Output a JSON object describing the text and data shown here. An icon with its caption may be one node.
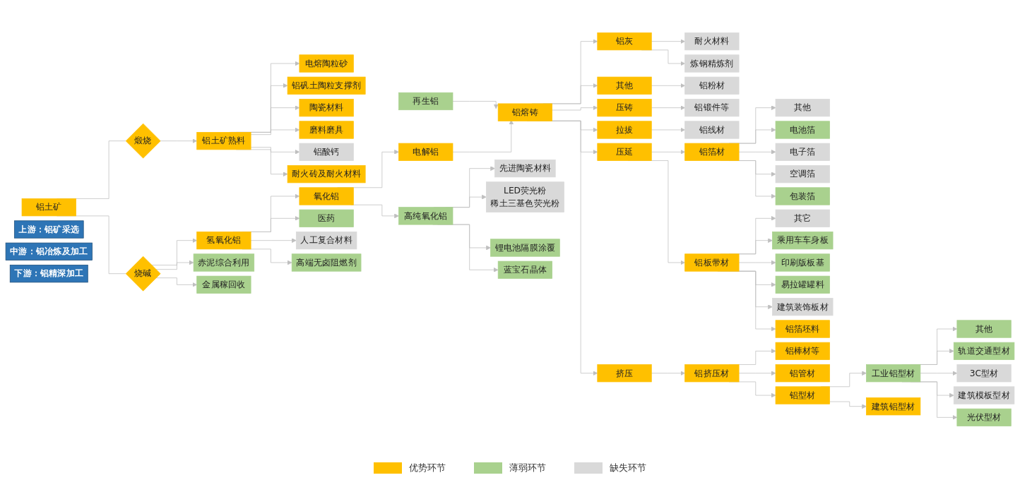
{
  "diagram": {
    "nodes": [
      {
        "text": [
          "上游：铝矿采选"
        ]
      },
      {
        "text": [
          "中游：铝冶炼及加工"
        ]
      },
      {
        "text": [
          "下游：铝精深加工"
        ]
      },
      {
        "text": [
          "金属稼回收"
        ]
      },
      {
        "text": [
          "赤泥综合利用"
        ]
      },
      {
        "text": [
          "烧碱"
        ]
      },
      {
        "text": [
          "铝土矿"
        ]
      },
      {
        "text": [
          "煅烧"
        ]
      },
      {
        "text": [
          "铝土矿熟料"
        ]
      },
      {
        "text": [
          "高端无卤阻燃剂"
        ]
      },
      {
        "text": [
          "人工复合材料"
        ]
      },
      {
        "text": [
          "医药"
        ]
      },
      {
        "text": [
          "氢氧化铝"
        ]
      },
      {
        "text": [
          "耐火砖及耐火材料"
        ]
      },
      {
        "text": [
          "铝酸钙"
        ]
      },
      {
        "text": [
          "磨料磨具"
        ]
      },
      {
        "text": [
          "陶瓷材料"
        ]
      },
      {
        "text": [
          "铝矾土陶粒支撑剂"
        ]
      },
      {
        "text": [
          "电熔陶粒砂"
        ]
      },
      {
        "text": [
          "氧化铝"
        ]
      },
      {
        "text": [
          "再生铝"
        ]
      },
      {
        "text": [
          "高纯氧化铝"
        ]
      },
      {
        "text": [
          "电解铝"
        ]
      },
      {
        "text": [
          "铝熔铸"
        ]
      },
      {
        "text": [
          "蓝宝石晶体"
        ]
      },
      {
        "text": [
          "锂电池隔膜涂覆"
        ]
      },
      {
        "text": [
          "LED荧光粉",
          "稀土三基色荧光粉"
        ]
      },
      {
        "text": [
          "先进陶瓷材料"
        ]
      },
      {
        "text": [
          "挤压"
        ]
      },
      {
        "text": [
          "压延"
        ]
      },
      {
        "text": [
          "拉拔"
        ]
      },
      {
        "text": [
          "压铸"
        ]
      },
      {
        "text": [
          "其他"
        ]
      },
      {
        "text": [
          "铝灰"
        ]
      },
      {
        "text": [
          "铝挤压材"
        ]
      },
      {
        "text": [
          "铝板带材"
        ]
      },
      {
        "text": [
          "铝箔材"
        ]
      },
      {
        "text": [
          "铝线材"
        ]
      },
      {
        "text": [
          "铝锻件等"
        ]
      },
      {
        "text": [
          "铝粉材"
        ]
      },
      {
        "text": [
          "炼钢精炼剂"
        ]
      },
      {
        "text": [
          "耐火材料"
        ]
      },
      {
        "text": [
          "铝型材"
        ]
      },
      {
        "text": [
          "铝管材"
        ]
      },
      {
        "text": [
          "铝棒材等"
        ]
      },
      {
        "text": [
          "包装箔"
        ]
      },
      {
        "text": [
          "空调箔"
        ]
      },
      {
        "text": [
          "电子箔"
        ]
      },
      {
        "text": [
          "电池箔"
        ]
      },
      {
        "text": [
          "其他"
        ]
      },
      {
        "text": [
          "建筑铝型材"
        ]
      },
      {
        "text": [
          "工业铝型材"
        ]
      },
      {
        "text": [
          "铝箔坯料"
        ]
      },
      {
        "text": [
          "建筑装饰板材"
        ]
      },
      {
        "text": [
          "易拉罐罐料"
        ]
      },
      {
        "text": [
          "印刷版板基"
        ]
      },
      {
        "text": [
          "乘用车车身板"
        ]
      },
      {
        "text": [
          "其它"
        ]
      },
      {
        "text": [
          "光伏型材"
        ]
      },
      {
        "text": [
          "建筑模板型材"
        ]
      },
      {
        "text": [
          "3C型材"
        ]
      },
      {
        "text": [
          "轨道交通型材"
        ]
      },
      {
        "text": [
          "其他"
        ]
      }
    ],
    "edges": [
      {
        "from": 6,
        "to": 5,
        "arrow": "none"
      },
      {
        "from": 5,
        "to": 3,
        "arrow": "to"
      },
      {
        "from": 5,
        "to": 4,
        "arrow": "to"
      },
      {
        "from": 5,
        "to": 12,
        "arrow": "to"
      },
      {
        "from": 6,
        "to": 7,
        "arrow": "none"
      },
      {
        "from": 7,
        "to": 8,
        "arrow": "to"
      },
      {
        "from": 8,
        "to": 13,
        "arrow": "to"
      },
      {
        "from": 8,
        "to": 14,
        "arrow": "to"
      },
      {
        "from": 8,
        "to": 15,
        "arrow": "to"
      },
      {
        "from": 8,
        "to": 16,
        "arrow": "to"
      },
      {
        "from": 8,
        "to": 17,
        "arrow": "to"
      },
      {
        "from": 8,
        "to": 18,
        "arrow": "to"
      },
      {
        "from": 12,
        "to": 9,
        "arrow": "to"
      },
      {
        "from": 12,
        "to": 10,
        "arrow": "to"
      },
      {
        "from": 12,
        "to": 11,
        "arrow": "to"
      },
      {
        "from": 12,
        "to": 19,
        "arrow": "to"
      },
      {
        "from": 19,
        "to": 21,
        "arrow": "to"
      },
      {
        "from": 19,
        "to": 22,
        "arrow": "to"
      },
      {
        "from": 21,
        "to": 24,
        "arrow": "to"
      },
      {
        "from": 21,
        "to": 25,
        "arrow": "to"
      },
      {
        "from": 21,
        "to": 26,
        "arrow": "to"
      },
      {
        "from": 21,
        "to": 27,
        "arrow": "to"
      },
      {
        "from": 22,
        "to": 23,
        "arrow": "to"
      },
      {
        "from": 20,
        "to": 23,
        "arrow": "to"
      },
      {
        "from": 23,
        "to": 28,
        "arrow": "to"
      },
      {
        "from": 23,
        "to": 29,
        "arrow": "to"
      },
      {
        "from": 23,
        "to": 30,
        "arrow": "to"
      },
      {
        "from": 23,
        "to": 31,
        "arrow": "to"
      },
      {
        "from": 23,
        "to": 32,
        "arrow": "to"
      },
      {
        "from": 23,
        "to": 33,
        "arrow": "to"
      },
      {
        "from": 28,
        "to": 34,
        "arrow": "to"
      },
      {
        "from": 29,
        "to": 35,
        "arrow": "to"
      },
      {
        "from": 29,
        "to": 36,
        "arrow": "to"
      },
      {
        "from": 30,
        "to": 37,
        "arrow": "to"
      },
      {
        "from": 31,
        "to": 38,
        "arrow": "to"
      },
      {
        "from": 32,
        "to": 39,
        "arrow": "to"
      },
      {
        "from": 33,
        "to": 40,
        "arrow": "to"
      },
      {
        "from": 33,
        "to": 41,
        "arrow": "to"
      },
      {
        "from": 34,
        "to": 42,
        "arrow": "to"
      },
      {
        "from": 34,
        "to": 43,
        "arrow": "to"
      },
      {
        "from": 34,
        "to": 44,
        "arrow": "to"
      },
      {
        "from": 36,
        "to": 45,
        "arrow": "to"
      },
      {
        "from": 36,
        "to": 46,
        "arrow": "to"
      },
      {
        "from": 36,
        "to": 47,
        "arrow": "to"
      },
      {
        "from": 36,
        "to": 48,
        "arrow": "to"
      },
      {
        "from": 36,
        "to": 49,
        "arrow": "to"
      },
      {
        "from": 42,
        "to": 50,
        "arrow": "to"
      },
      {
        "from": 42,
        "to": 51,
        "arrow": "to"
      },
      {
        "from": 35,
        "to": 52,
        "arrow": "to"
      },
      {
        "from": 35,
        "to": 53,
        "arrow": "to"
      },
      {
        "from": 35,
        "to": 54,
        "arrow": "to"
      },
      {
        "from": 35,
        "to": 55,
        "arrow": "to"
      },
      {
        "from": 35,
        "to": 56,
        "arrow": "to"
      },
      {
        "from": 35,
        "to": 57,
        "arrow": "to"
      },
      {
        "from": 51,
        "to": 58,
        "arrow": "to"
      },
      {
        "from": 51,
        "to": 59,
        "arrow": "to"
      },
      {
        "from": 51,
        "to": 60,
        "arrow": "to"
      },
      {
        "from": 51,
        "to": 61,
        "arrow": "to"
      },
      {
        "from": 51,
        "to": 62,
        "arrow": "to"
      }
    ],
    "legend": [
      {
        "text": "优势环节",
        "color": "#ffc000"
      },
      {
        "text": "薄弱环节",
        "color": "#a9d18e"
      },
      {
        "text": "缺失环节",
        "color": "#d9d9d9"
      }
    ]
  }
}
